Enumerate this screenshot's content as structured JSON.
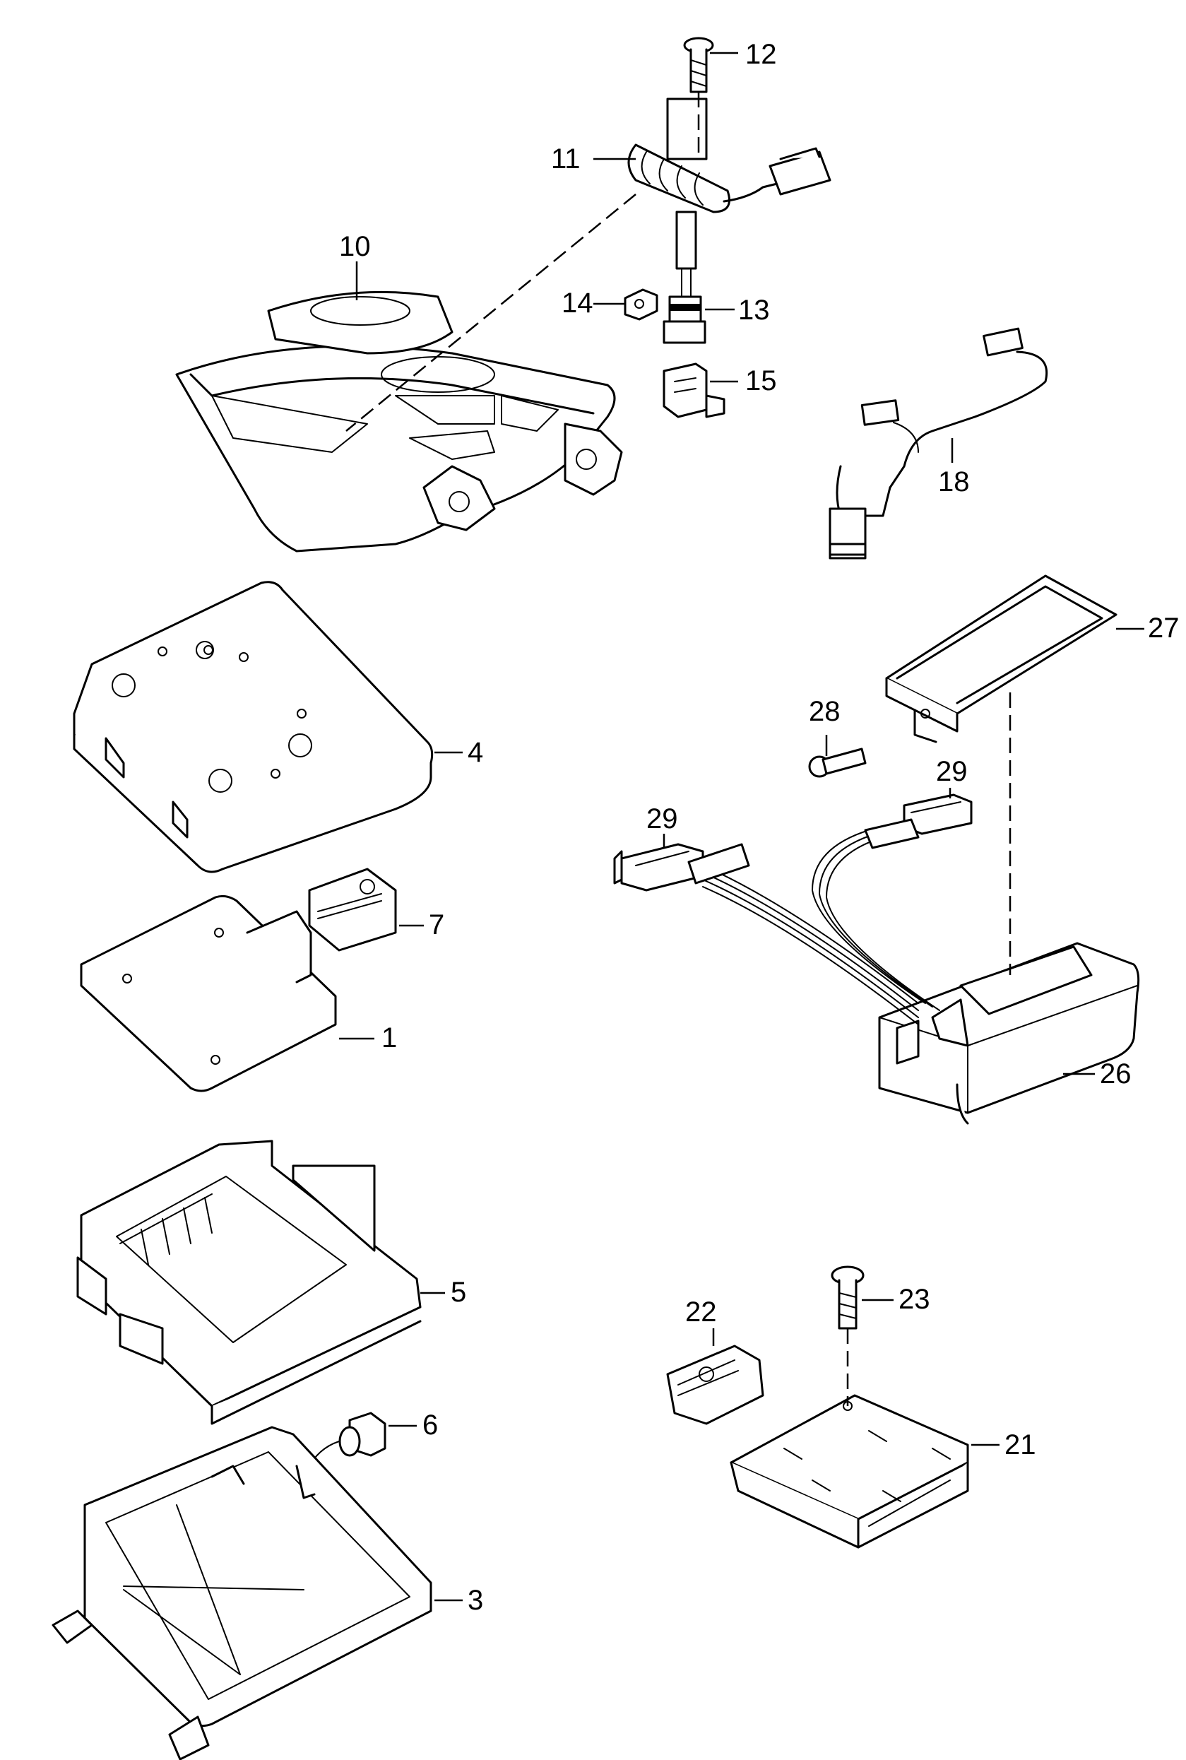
{
  "diagram": {
    "callouts": {
      "c1": "1",
      "c3": "3",
      "c4": "4",
      "c5": "5",
      "c6": "6",
      "c7": "7",
      "c10": "10",
      "c11": "11",
      "c12": "12",
      "c13": "13",
      "c14": "14",
      "c15": "15",
      "c18": "18",
      "c21": "21",
      "c22": "22",
      "c23": "23",
      "c26": "26",
      "c27": "27",
      "c28": "28",
      "c29a": "29",
      "c29b": "29"
    }
  }
}
